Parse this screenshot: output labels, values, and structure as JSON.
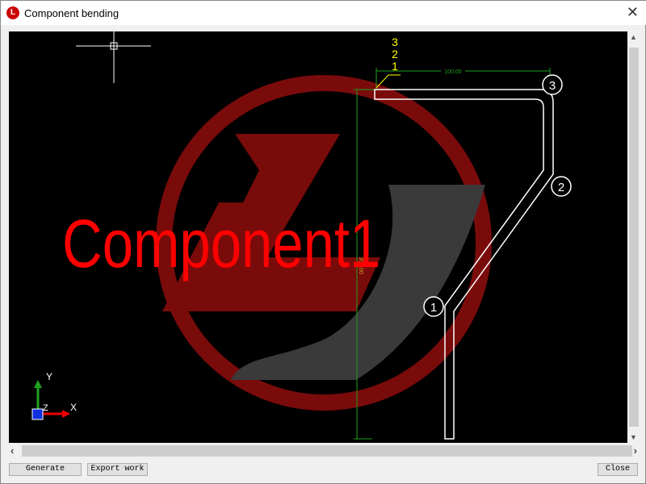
{
  "window": {
    "title": "Component bending",
    "app_icon": "app-logo-icon",
    "close_icon": "close-icon"
  },
  "drawing": {
    "component_name": "Component1",
    "bend_sequence": [
      "3",
      "2",
      "1"
    ],
    "bend_markers": [
      "1",
      "2",
      "3"
    ],
    "dim_horizontal": "100.00",
    "dim_vertical": "300.00",
    "axis_x": "X",
    "axis_y": "Y",
    "axis_z": "Z",
    "colors": {
      "background": "#000000",
      "profile": "#ffffff",
      "dimension": "#1fa01f",
      "sequence": "#ffff00",
      "label": "#ff0000",
      "logo_ring": "#7a0b0b",
      "logo_swoosh": "#3a3a3a"
    }
  },
  "buttons": {
    "generate": "Generate",
    "export": "Export work",
    "close": "Close"
  }
}
